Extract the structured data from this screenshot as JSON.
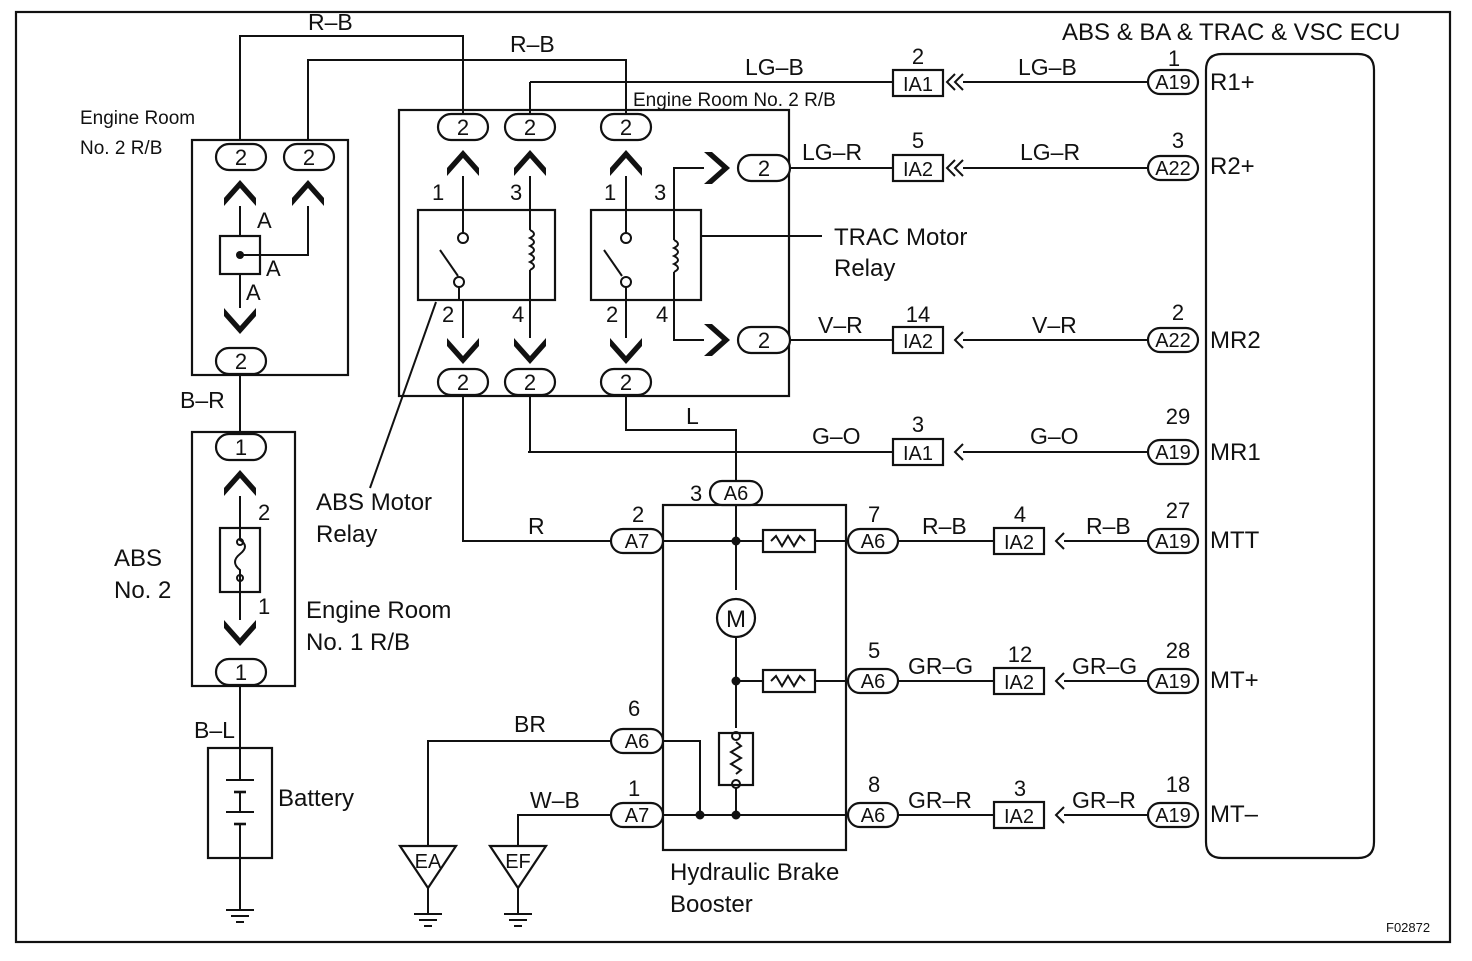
{
  "ecu": {
    "title": "ABS & BA & TRAC & VSC ECU",
    "terminals": [
      {
        "name": "R1+",
        "connector": "A19",
        "pin": "1"
      },
      {
        "name": "R2+",
        "connector": "A22",
        "pin": "3"
      },
      {
        "name": "MR2",
        "connector": "A22",
        "pin": "2"
      },
      {
        "name": "MR1",
        "connector": "A19",
        "pin": "29"
      },
      {
        "name": "MTT",
        "connector": "A19",
        "pin": "27"
      },
      {
        "name": "MT+",
        "connector": "A19",
        "pin": "28"
      },
      {
        "name": "MT–",
        "connector": "A19",
        "pin": "18"
      }
    ]
  },
  "junctions": [
    {
      "name": "IA1",
      "pin": "2",
      "wire_left": "LG–B",
      "wire_right": "LG–B"
    },
    {
      "name": "IA2",
      "pin": "5",
      "wire_left": "LG–R",
      "wire_right": "LG–R"
    },
    {
      "name": "IA2",
      "pin": "14",
      "wire_left": "V–R",
      "wire_right": "V–R"
    },
    {
      "name": "IA1",
      "pin": "3",
      "wire_left": "G–O",
      "wire_right": "G–O"
    },
    {
      "name": "IA2",
      "pin": "4",
      "wire_left": "R–B",
      "wire_right": "R–B"
    },
    {
      "name": "IA2",
      "pin": "12",
      "wire_left": "GR–G",
      "wire_right": "GR–G"
    },
    {
      "name": "IA2",
      "pin": "3",
      "wire_left": "GR–R",
      "wire_right": "GR–R"
    }
  ],
  "booster": {
    "label_line1": "Hydraulic Brake",
    "label_line2": "Booster",
    "connectors": [
      {
        "name": "A6",
        "pin": "3"
      },
      {
        "name": "A7",
        "pin": "2"
      },
      {
        "name": "A6",
        "pin": "7"
      },
      {
        "name": "A6",
        "pin": "5"
      },
      {
        "name": "A6",
        "pin": "6"
      },
      {
        "name": "A7",
        "pin": "1"
      },
      {
        "name": "A6",
        "pin": "8"
      }
    ],
    "motor_symbol": "M"
  },
  "relay_block": {
    "title": "Engine Room No. 2 R/B",
    "abs_relay_line1": "ABS Motor",
    "abs_relay_line2": "Relay",
    "trac_relay_line1": "TRAC Motor",
    "trac_relay_line2": "Relay",
    "connector_value": "2",
    "relay_pins": [
      "1",
      "3",
      "2",
      "4",
      "1",
      "3",
      "2",
      "4"
    ]
  },
  "rb2_small": {
    "title_line1": "Engine Room",
    "title_line2": "No. 2 R/B",
    "connector_value": "2",
    "point_label": "A"
  },
  "rb1": {
    "label_line1": "Engine Room",
    "label_line2": "No. 1 R/B",
    "fuse_line1": "ABS",
    "fuse_line2": "No. 2",
    "connector_value": "1",
    "fuse_pins": [
      "2",
      "1"
    ]
  },
  "wires": {
    "rb_top": "R–B",
    "rb_mid": "R–B",
    "br_wire": "B–R",
    "bl_wire": "B–L",
    "l_wire": "L",
    "r_wire": "R",
    "brown_wire": "BR",
    "wb_wire": "W–B"
  },
  "battery": {
    "label": "Battery"
  },
  "grounds": [
    "EA",
    "EF"
  ],
  "figure_code": "F02872"
}
